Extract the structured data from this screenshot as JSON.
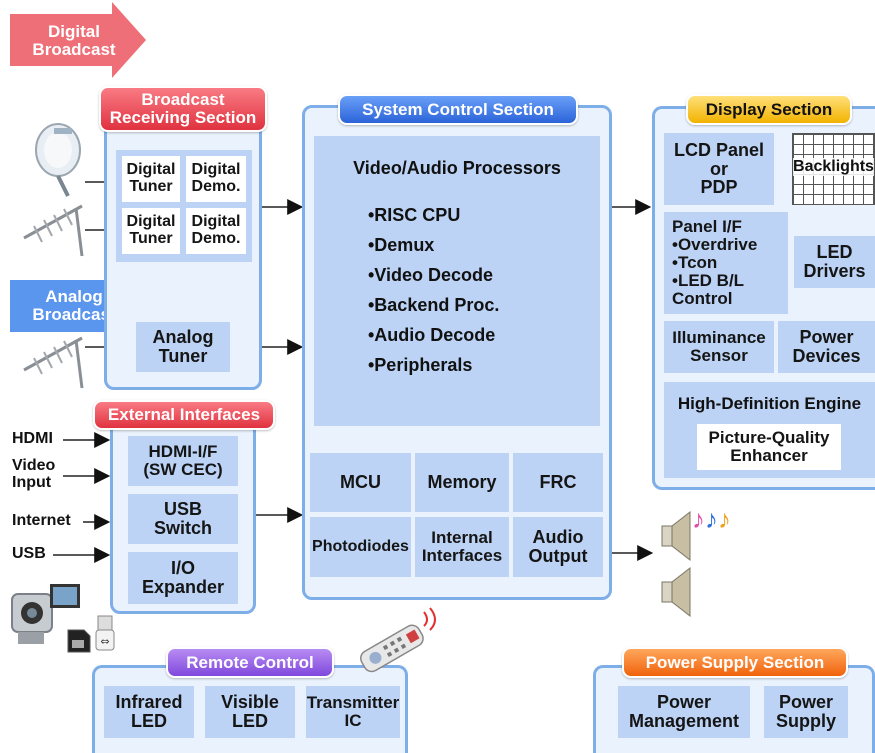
{
  "colors": {
    "section_border": "#7eaee8",
    "section_fill": "#eaf2fd",
    "cell_fill": "#bcd3f5",
    "header_red": "#e0323f",
    "header_blue": "#2b63d9",
    "header_yellow": "#f2b200",
    "header_purple": "#8048dc",
    "header_orange": "#f0620b",
    "arrow_digital": "#ef6f78",
    "arrow_analog": "#5a95ee"
  },
  "inputs": {
    "digital_broadcast": "Digital\nBroadcast",
    "analog_broadcast": "Analog\nBroadcast",
    "hdmi": "HDMI",
    "video_input": "Video\nInput",
    "internet": "Internet",
    "usb": "USB"
  },
  "broadcast": {
    "title": "Broadcast\nReceiving Section",
    "tuner1": "Digital\nTuner",
    "demod1": "Digital\nDemo.",
    "tuner2": "Digital\nTuner",
    "demod2": "Digital\nDemo.",
    "analog_tuner": "Analog\nTuner"
  },
  "external": {
    "title": "External Interfaces",
    "hdmi_if": "HDMI-I/F\n(SW CEC)",
    "usb_switch": "USB\nSwitch",
    "io_expander": "I/O\nExpander"
  },
  "system": {
    "title": "System Control Section",
    "processors_title": "Video/Audio Processors",
    "processors": [
      "•RISC CPU",
      "•Demux",
      "•Video Decode",
      "•Backend Proc.",
      "•Audio Decode",
      "•Peripherals"
    ],
    "mcu": "MCU",
    "memory": "Memory",
    "frc": "FRC",
    "photodiodes": "Photodiodes",
    "internal_interfaces": "Internal\nInterfaces",
    "audio_output": "Audio\nOutput"
  },
  "display": {
    "title": "Display Section",
    "lcd_panel": "LCD Panel\nor\nPDP",
    "backlights": "Backlights",
    "panel_if": "Panel I/F\n•Overdrive\n•Tcon\n•LED B/L\n  Control",
    "led_drivers": "LED\nDrivers",
    "illuminance": "Illuminance\nSensor",
    "power_devices": "Power\nDevices",
    "hd_engine": "High-Definition Engine",
    "picture_quality": "Picture-Quality\nEnhancer"
  },
  "remote": {
    "title": "Remote Control",
    "infrared": "Infrared\nLED",
    "visible": "Visible\nLED",
    "transmitter": "Transmitter\nIC"
  },
  "power": {
    "title": "Power Supply Section",
    "management": "Power\nManagement",
    "supply": "Power\nSupply"
  },
  "icons": [
    "satellite-dish-icon",
    "antenna-icon",
    "camcorder-icon",
    "sd-card-icon",
    "usb-plug-icon",
    "remote-control-icon",
    "speaker-icon",
    "music-notes-icon"
  ]
}
